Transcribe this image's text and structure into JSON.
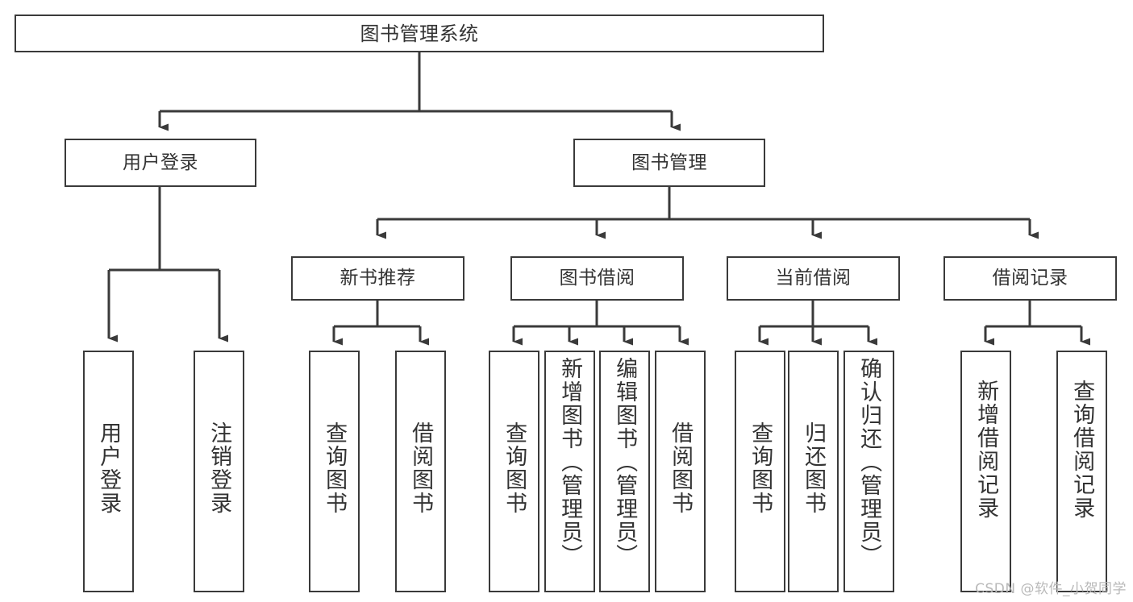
{
  "diagram": {
    "title": "图书管理系统",
    "type": "tree-hierarchy",
    "watermark": "CSDN @软件_小贺同学",
    "colors": {
      "border": "#3a3a3a",
      "text": "#333333",
      "background": "#ffffff",
      "watermark": "#b9b9b9"
    },
    "nodes": {
      "root": {
        "label": "图书管理系统"
      },
      "level1": [
        {
          "id": "user-login",
          "label": "用户登录"
        },
        {
          "id": "book-manage",
          "label": "图书管理"
        }
      ],
      "level2": [
        {
          "id": "new-book-recommend",
          "label": "新书推荐"
        },
        {
          "id": "book-borrow",
          "label": "图书借阅"
        },
        {
          "id": "current-borrow",
          "label": "当前借阅"
        },
        {
          "id": "borrow-record",
          "label": "借阅记录"
        }
      ],
      "leaves": [
        {
          "id": "leaf-user-login",
          "label": "用户登录",
          "parent": "user-login"
        },
        {
          "id": "leaf-user-logout",
          "label": "注销登录",
          "parent": "user-login"
        },
        {
          "id": "leaf-query-book-1",
          "label": "查询图书",
          "parent": "new-book-recommend"
        },
        {
          "id": "leaf-borrow-book-1",
          "label": "借阅图书",
          "parent": "new-book-recommend"
        },
        {
          "id": "leaf-query-book-2",
          "label": "查询图书",
          "parent": "book-borrow"
        },
        {
          "id": "leaf-add-book",
          "label": "新增图书（管理员）",
          "parent": "book-borrow"
        },
        {
          "id": "leaf-edit-book",
          "label": "编辑图书（管理员）",
          "parent": "book-borrow"
        },
        {
          "id": "leaf-borrow-book-2",
          "label": "借阅图书",
          "parent": "book-borrow"
        },
        {
          "id": "leaf-query-book-3",
          "label": "查询图书",
          "parent": "current-borrow"
        },
        {
          "id": "leaf-return-book",
          "label": "归还图书",
          "parent": "current-borrow"
        },
        {
          "id": "leaf-confirm-return",
          "label": "确认归还（管理员）",
          "parent": "current-borrow"
        },
        {
          "id": "leaf-add-record",
          "label": "新增借阅记录",
          "parent": "borrow-record"
        },
        {
          "id": "leaf-query-record",
          "label": "查询借阅记录",
          "parent": "borrow-record"
        }
      ]
    }
  }
}
